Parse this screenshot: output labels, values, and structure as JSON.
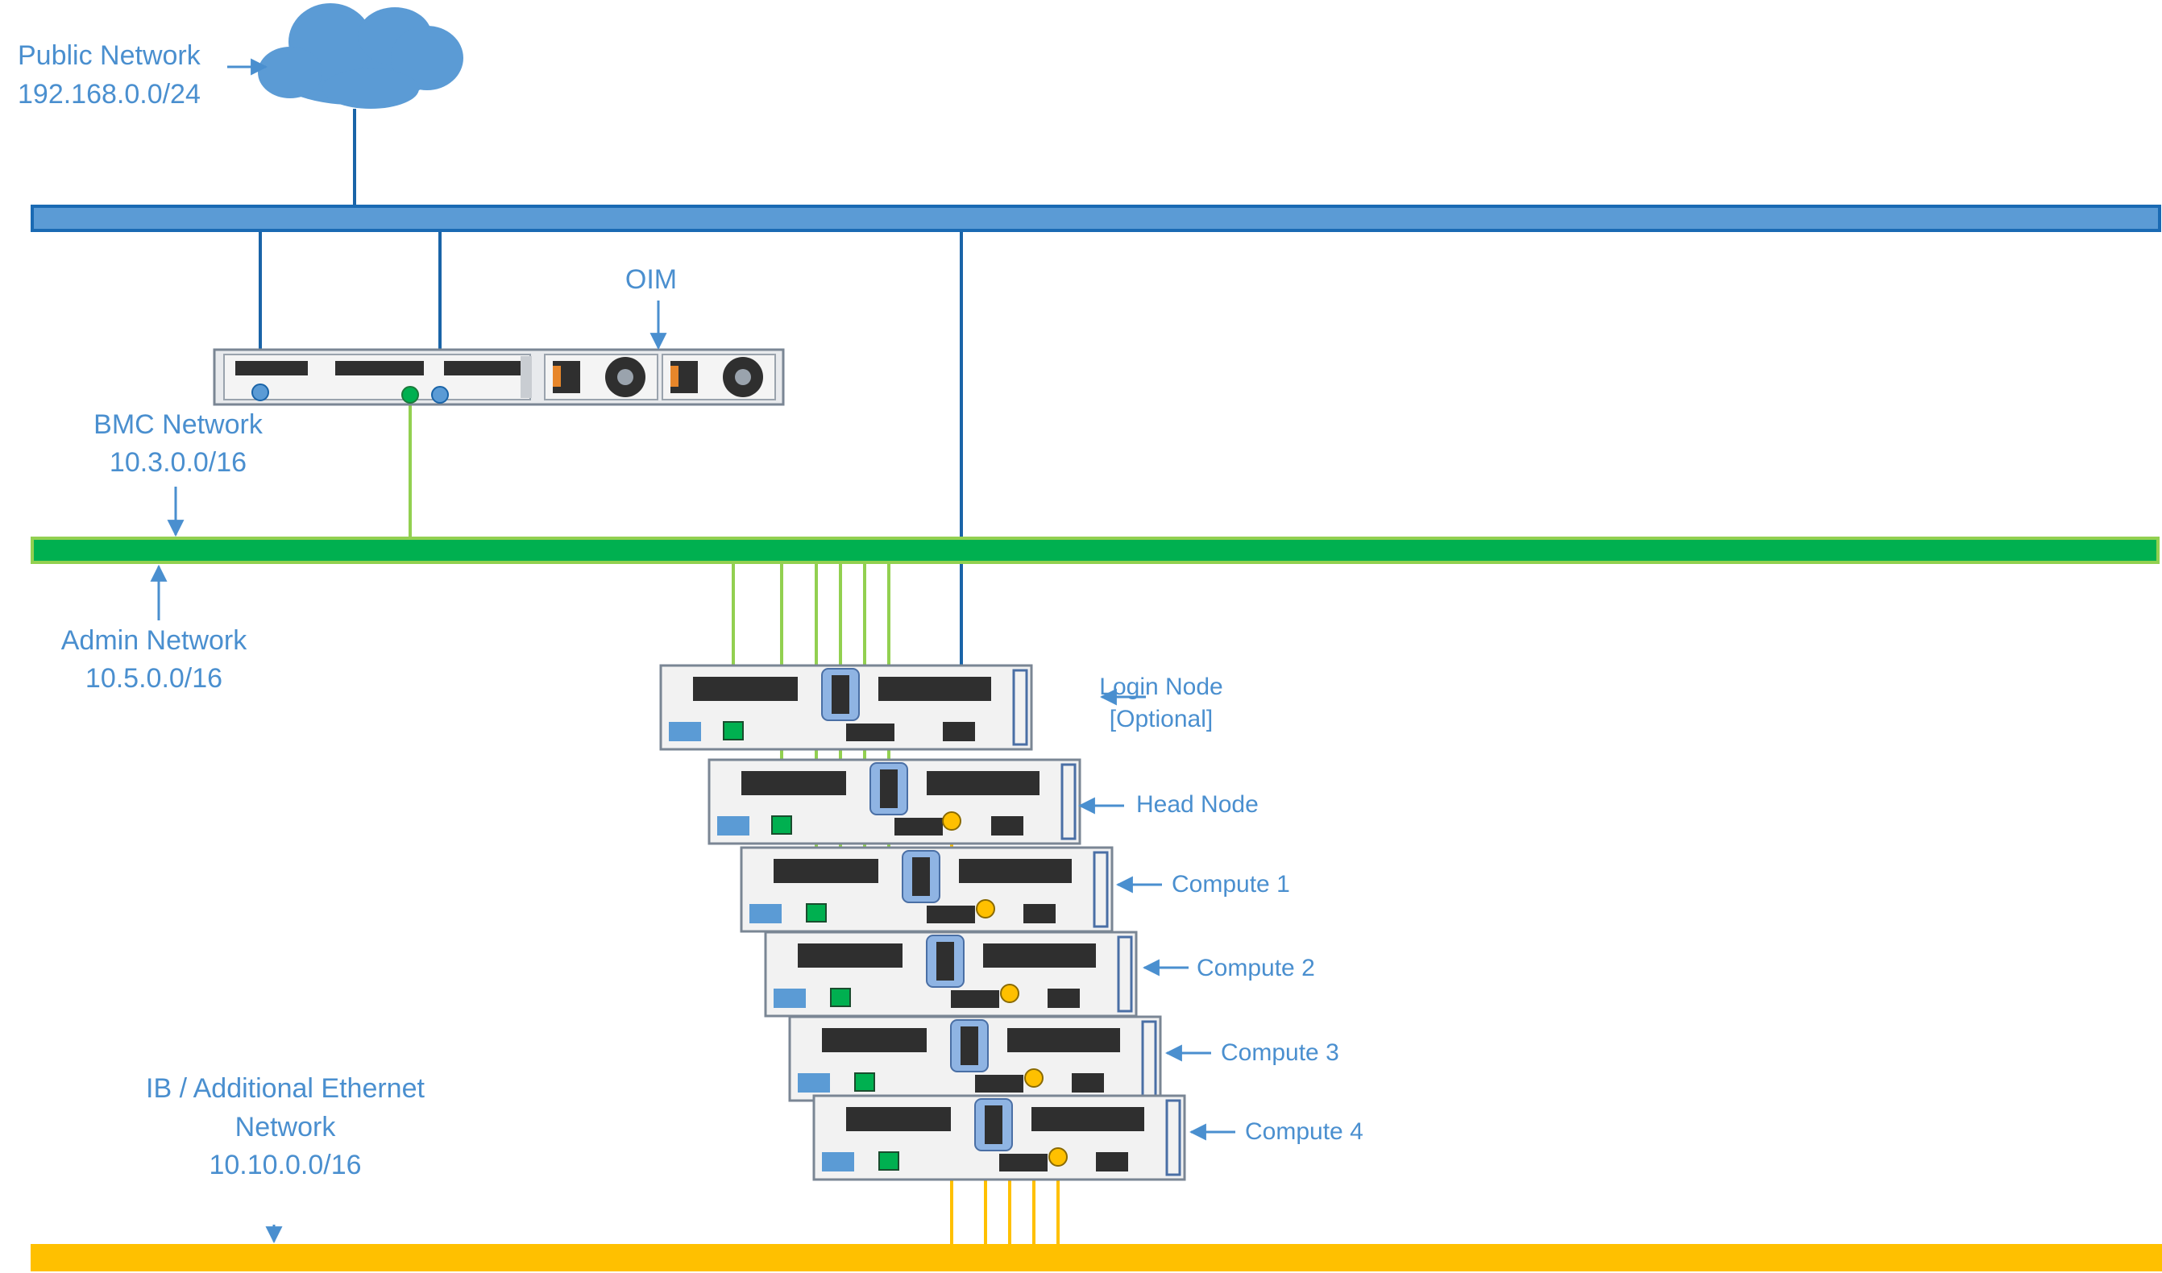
{
  "colors": {
    "label": "#4a8fcf",
    "public_bus": "#5b9bd5",
    "public_bus_border": "#1a6ab3",
    "public_cable": "#1a64a8",
    "admin_bus": "#00b050",
    "admin_bus_border": "#92d050",
    "admin_cable": "#92d050",
    "ib_bus": "#ffc000",
    "ib_cable": "#ffc000",
    "arrow": "#4a8fcf",
    "server_face": "#f2f2f2",
    "server_border": "#7a8694",
    "grille": "#2f2f2f",
    "handle": "#8fb4e3"
  },
  "icons": {
    "cloud": "cloud-icon",
    "server": "rack-server-icon"
  },
  "networks": {
    "public": {
      "name": "Public Network",
      "subnet": "192.168.0.0/24"
    },
    "bmc": {
      "name": "BMC Network",
      "subnet": "10.3.0.0/16"
    },
    "admin": {
      "name": "Admin Network",
      "subnet": "10.5.0.0/16"
    },
    "ib": {
      "name_line1": "IB / Additional Ethernet",
      "name_line2": "Network",
      "subnet": "10.10.0.0/16"
    }
  },
  "oim": {
    "label": "OIM"
  },
  "nodes": [
    {
      "line1": "Login Node",
      "line2": "[Optional]"
    },
    {
      "line1": "Head Node",
      "line2": ""
    },
    {
      "line1": "Compute 1",
      "line2": ""
    },
    {
      "line1": "Compute 2",
      "line2": ""
    },
    {
      "line1": "Compute 3",
      "line2": ""
    },
    {
      "line1": "Compute 4",
      "line2": ""
    }
  ]
}
